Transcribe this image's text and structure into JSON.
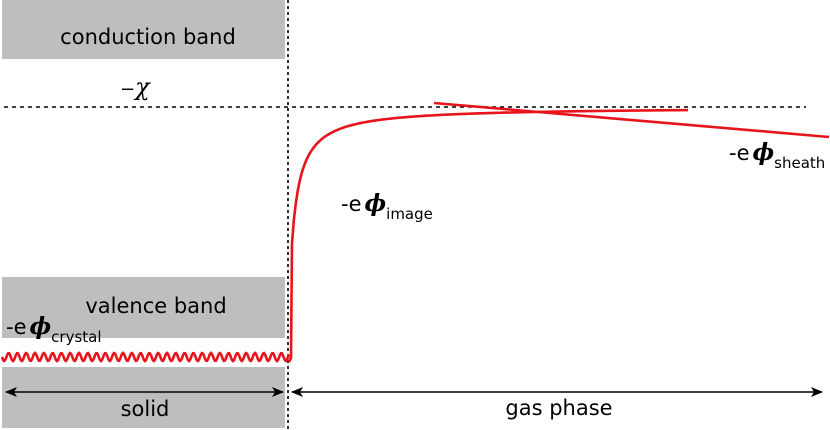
{
  "bands": {
    "conduction_label": "conduction band",
    "valence_label": "valence band",
    "fill_color": "#bebebe"
  },
  "labels": {
    "chi_minus": "−",
    "chi_symbol": "χ",
    "phi_prefix": "-e",
    "phi_symbol": "ϕ",
    "image_sub": "image",
    "sheath_sub": "sheath",
    "crystal_sub": "crystal"
  },
  "regions": {
    "solid_label": "solid",
    "gas_label": "gas phase"
  },
  "colors": {
    "potential_curve": "#e8141c",
    "lines": "#000000"
  }
}
